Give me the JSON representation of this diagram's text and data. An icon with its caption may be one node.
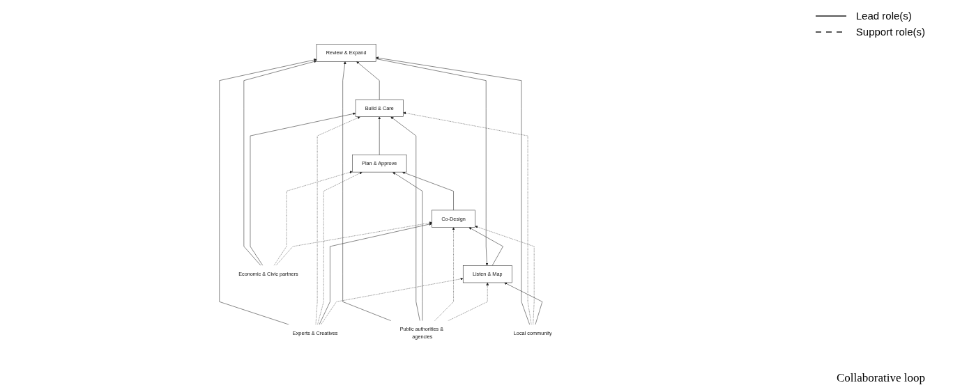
{
  "diagram": {
    "caption": "Collaborative loop",
    "nodes": [
      {
        "text": [
          "Listen & Map"
        ]
      },
      {
        "text": [
          "Co-Design"
        ]
      },
      {
        "text": [
          "Plan & Approve"
        ]
      },
      {
        "text": [
          "Build & Care"
        ]
      },
      {
        "text": [
          "Review & Expand"
        ]
      },
      {
        "text": [
          "Local community"
        ]
      },
      {
        "text": [
          "Public authorities & agencies"
        ]
      },
      {
        "text": [
          "Experts & Creatives"
        ]
      },
      {
        "text": [
          "Economic & Civic partners"
        ]
      }
    ],
    "edges": [
      {
        "from": 0,
        "to": 1,
        "arrow": "to"
      },
      {
        "from": 1,
        "to": 2,
        "arrow": "to"
      },
      {
        "from": 2,
        "to": 3,
        "arrow": "to"
      },
      {
        "from": 3,
        "to": 4,
        "arrow": "to"
      },
      {
        "from": 4,
        "to": 0,
        "arrow": "to"
      },
      {
        "from": 5,
        "to": 0,
        "arrow": "to"
      },
      {
        "from": 6,
        "to": 0,
        "arrow": "to",
        "style": "dashed"
      },
      {
        "from": 7,
        "to": 0,
        "arrow": "to",
        "style": "dashed"
      },
      {
        "from": 5,
        "to": 1,
        "arrow": "to",
        "style": "dashed"
      },
      {
        "from": 6,
        "to": 1,
        "arrow": "to",
        "style": "dashed"
      },
      {
        "from": 7,
        "to": 1,
        "arrow": "to"
      },
      {
        "from": 8,
        "to": 1,
        "arrow": "to",
        "style": "dashed"
      },
      {
        "from": 6,
        "to": 2,
        "arrow": "to"
      },
      {
        "from": 7,
        "to": 2,
        "arrow": "to",
        "style": "dashed"
      },
      {
        "from": 8,
        "to": 2,
        "arrow": "to",
        "style": "dashed"
      },
      {
        "from": 5,
        "to": 3,
        "arrow": "to",
        "style": "dashed"
      },
      {
        "from": 6,
        "to": 3,
        "arrow": "to"
      },
      {
        "from": 7,
        "to": 3,
        "arrow": "to",
        "style": "dashed"
      },
      {
        "from": 8,
        "to": 3,
        "arrow": "to"
      },
      {
        "from": 5,
        "to": 4,
        "arrow": "to"
      },
      {
        "from": 6,
        "to": 4,
        "arrow": "to"
      },
      {
        "from": 7,
        "to": 4,
        "arrow": "to"
      },
      {
        "from": 8,
        "to": 4,
        "arrow": "to"
      }
    ],
    "legend": [
      {
        "text": "Lead role(s)"
      },
      {
        "text": "Support role(s)"
      }
    ]
  }
}
